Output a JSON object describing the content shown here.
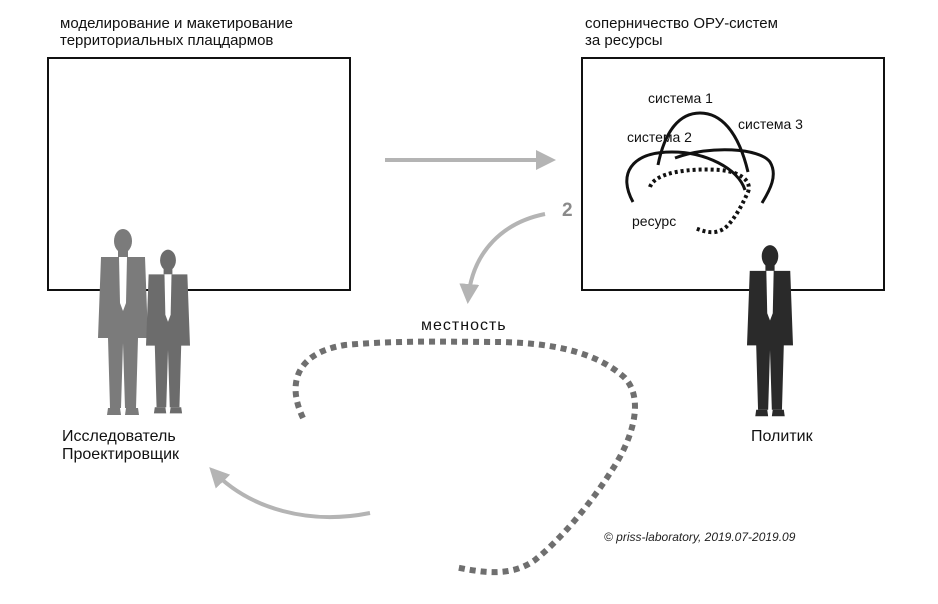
{
  "left_panel": {
    "title_line1": "моделирование и макетирование",
    "title_line2": "территориальных плацдармов"
  },
  "right_panel": {
    "title_line1": "соперничество ОРУ-систем",
    "title_line2": "за ресурсы",
    "systems": [
      "система 1",
      "система 2",
      "система 3"
    ],
    "resource_label": "ресурс"
  },
  "step_number": "2",
  "terrain_label": "местность",
  "roles": {
    "researcher_line1": "Исследователь",
    "researcher_line2": "Проектировщик",
    "politician": "Политик"
  },
  "copyright": "© priss-laboratory, 2019.07-2019.09",
  "colors": {
    "arrow_gray": "#b4b4b4",
    "dotted_gray": "#6f6f6f",
    "figure_gray": "#7b7b7b",
    "figure_dark": "#2a2a2a"
  },
  "icons": [
    "businessman-figure-icon",
    "arrow-right-icon",
    "curved-arrow-icon"
  ]
}
